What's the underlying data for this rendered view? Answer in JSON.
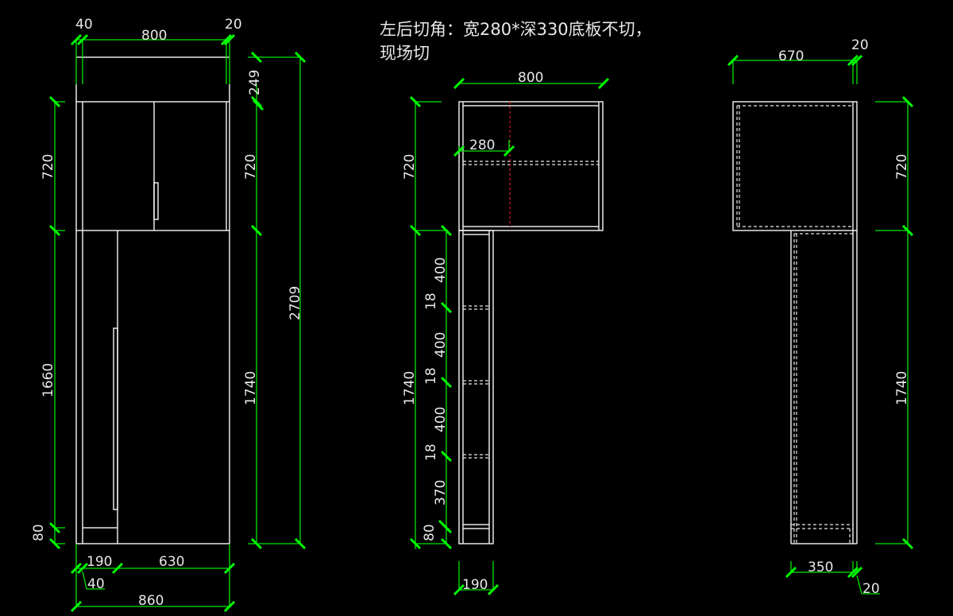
{
  "note": {
    "line1": "左后切角：宽280*深330底板不切，",
    "line2": "现场切"
  },
  "colors": {
    "background": "#000000",
    "outline": "#e8e8e8",
    "dimension": "#00e600",
    "cut_line": "#d01818"
  },
  "front_view": {
    "dims": {
      "left_offset": "40",
      "width_top": "800",
      "right_offset": "20",
      "top_gap": "249",
      "upper_height_left": "720",
      "upper_height_right": "720",
      "lower_height_left": "1660",
      "lower_height_right": "1740",
      "total_height": "2709",
      "plinth": "80",
      "bottom_left": "190",
      "bottom_right": "630",
      "bottom_offset": "40",
      "total_width": "860"
    }
  },
  "side_view": {
    "dims": {
      "width": "800",
      "cut_width": "280",
      "upper_height": "720",
      "lower_height": "1740",
      "shelf1": "400",
      "board1": "18",
      "shelf2": "400",
      "board2": "18",
      "shelf3": "400",
      "board3": "18",
      "shelf4": "370",
      "plinth": "80",
      "depth": "190"
    }
  },
  "right_view": {
    "dims": {
      "width": "670",
      "offset_top": "20",
      "upper_height": "720",
      "lower_height": "1740",
      "bottom_width": "350",
      "offset_bottom": "20"
    }
  }
}
